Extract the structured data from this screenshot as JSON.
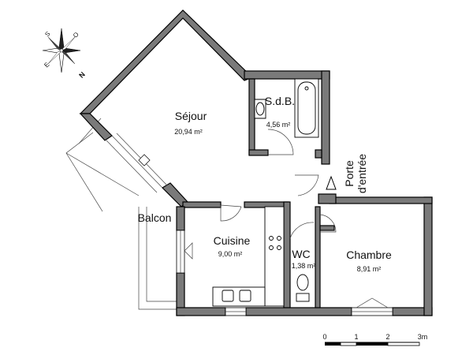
{
  "compass": {
    "n": "N",
    "s": "S",
    "e": "E",
    "o": "O"
  },
  "rooms": [
    {
      "id": "sejour",
      "name": "Séjour",
      "area": "20,94 m²"
    },
    {
      "id": "sdb",
      "name": "S.d.B.",
      "area": "4,56 m²"
    },
    {
      "id": "cuisine",
      "name": "Cuisine",
      "area": "9,00 m²"
    },
    {
      "id": "wc",
      "name": "WC",
      "area": "1,38 m²"
    },
    {
      "id": "chambre",
      "name": "Chambre",
      "area": "8,91 m²"
    }
  ],
  "balcony": {
    "name": "Balcon"
  },
  "entrance": {
    "line1": "Porte",
    "line2": "d'entrée"
  },
  "scale": {
    "ticks": [
      "0",
      "1",
      "2",
      "3m"
    ]
  }
}
